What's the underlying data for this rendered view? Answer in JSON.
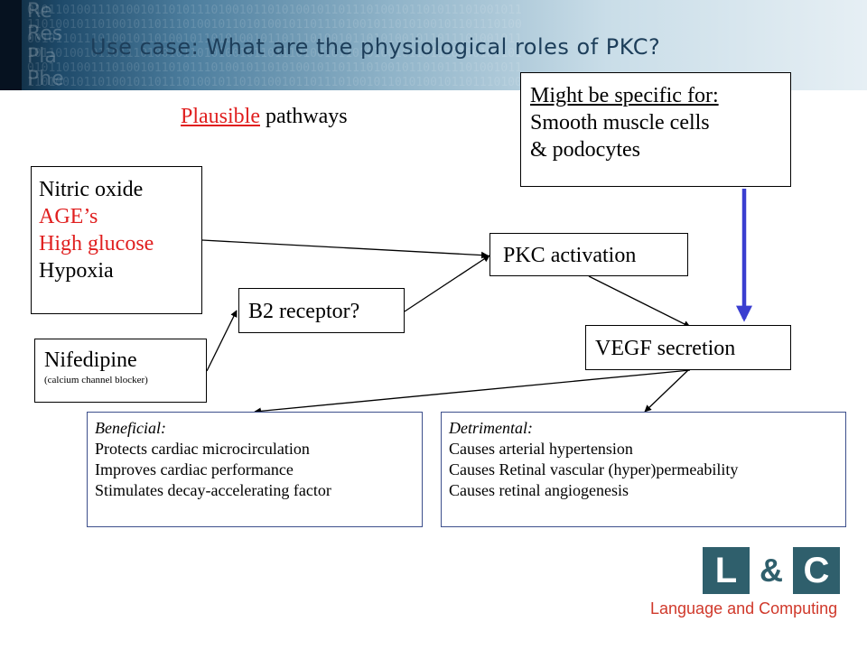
{
  "slide": {
    "title": "Use case: What are the physiological roles of PKC?",
    "subtitle": {
      "underlined_word": "Plausible",
      "rest": "pathways"
    }
  },
  "boxes": {
    "inputs": [
      {
        "text": "Nitric oxide",
        "color": "#000000"
      },
      {
        "text": "AGE’s",
        "color": "#e01f1f"
      },
      {
        "text": "High glucose",
        "color": "#e01f1f"
      },
      {
        "text": "Hypoxia",
        "color": "#000000"
      }
    ],
    "nifedipine": {
      "name": "Nifedipine",
      "note": "(calcium channel blocker)"
    },
    "b2_receptor": "B2 receptor?",
    "pkc_activation": "PKC activation",
    "vegf_secretion": "VEGF secretion",
    "specific_for": {
      "heading": "Might be specific for:",
      "lines": [
        "Smooth muscle cells",
        "& podocytes"
      ]
    },
    "beneficial": {
      "heading": "Beneficial:",
      "items": [
        "Protects cardiac microcirculation",
        "Improves cardiac performance",
        "Stimulates decay-accelerating factor"
      ]
    },
    "detrimental": {
      "heading": "Detrimental:",
      "items": [
        "Causes arterial hypertension",
        "Causes Retinal vascular (hyper)permeability",
        "Causes retinal angiogenesis"
      ]
    }
  },
  "logo": {
    "mark_left": "L",
    "mark_amp": "&",
    "mark_right": "C",
    "text": "Language and Computing"
  },
  "colors": {
    "title": "#1d3e5a",
    "red": "#e01f1f",
    "thick_arrow": "#3a3ed0",
    "outcome_border": "#3d4f8c",
    "logo_teal": "#2f5f6c",
    "logo_text": "#d0392b"
  }
}
